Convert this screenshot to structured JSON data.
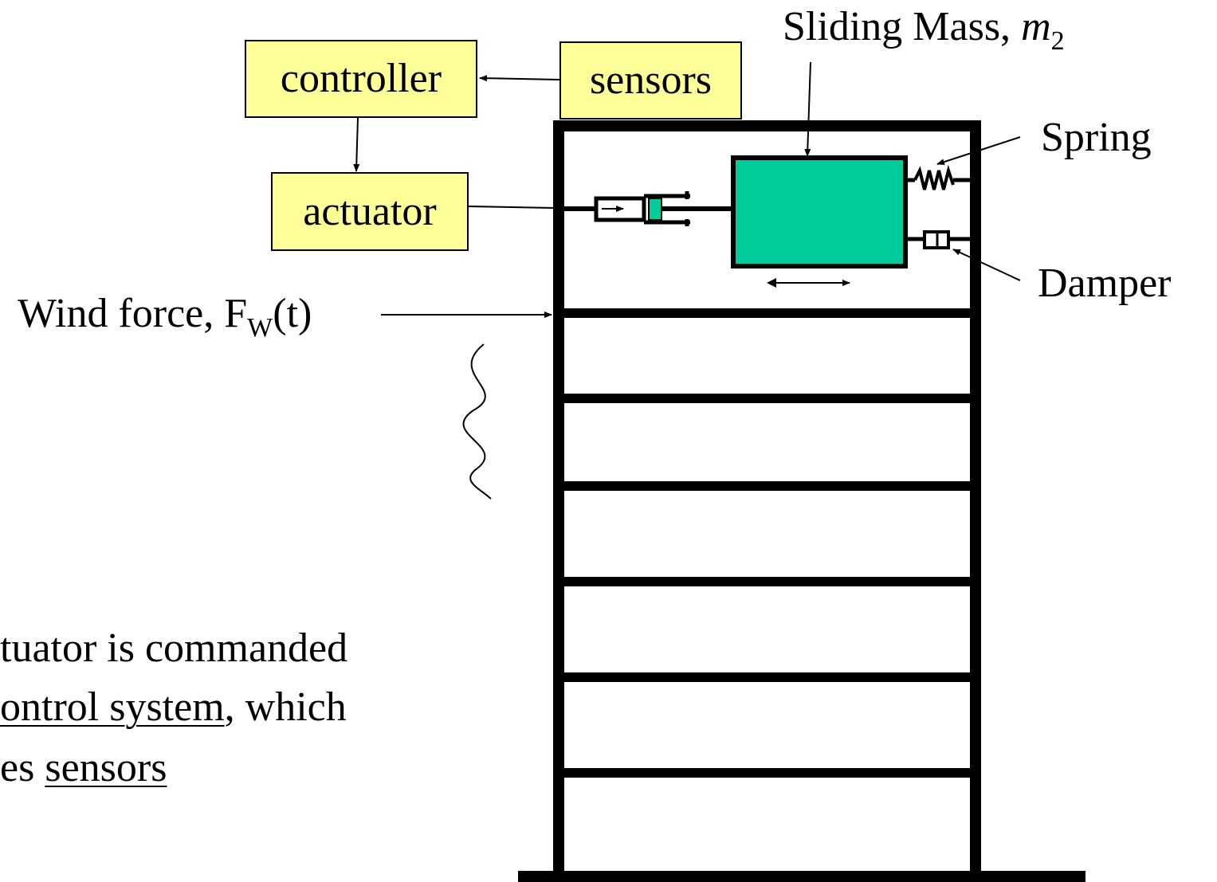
{
  "blocks": {
    "controller": "controller",
    "sensors": "sensors",
    "actuator": "actuator"
  },
  "labels": {
    "sliding_mass_prefix": "Sliding Mass, ",
    "sliding_mass_symbol": "m",
    "sliding_mass_subscript": "2",
    "spring": "Spring",
    "damper": "Damper",
    "wind_force_prefix": "Wind force, F",
    "wind_force_subscript": "W",
    "wind_force_suffix": "(t)"
  },
  "caption": {
    "line1": "tuator is commanded",
    "line2_underlined": "ontrol system",
    "line2_rest": ", which",
    "line3_prefix": "es ",
    "line3_underlined": "sensors"
  },
  "colors": {
    "box_fill": "#ffff99",
    "mass_fill": "#00cc99",
    "ink": "#000000"
  }
}
